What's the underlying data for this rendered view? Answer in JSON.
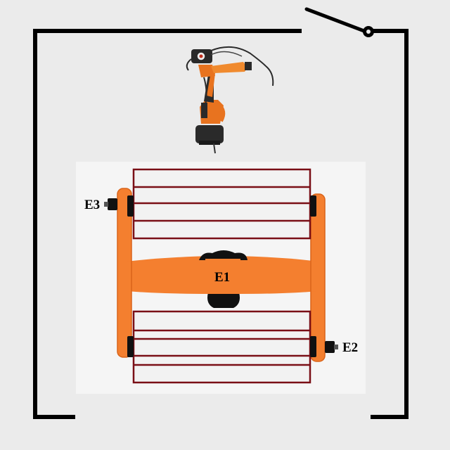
{
  "labels": {
    "e1": "E1",
    "e2": "E2",
    "e3": "E3"
  },
  "colors": {
    "background": "#ebebeb",
    "inner_area": "#f5f5f5",
    "cell_fence": "#000000",
    "positioner_frame": "#f47f2f",
    "workpiece_outline": "#7a0f16",
    "workpiece_fill": "#f2f2f2",
    "motor": "#111111",
    "robot_body": "#e8731f",
    "robot_dark": "#2a2a2a"
  },
  "icons": {
    "door": "door-switch-icon",
    "robot": "welding-robot-icon",
    "motor": "servo-motor-icon"
  }
}
